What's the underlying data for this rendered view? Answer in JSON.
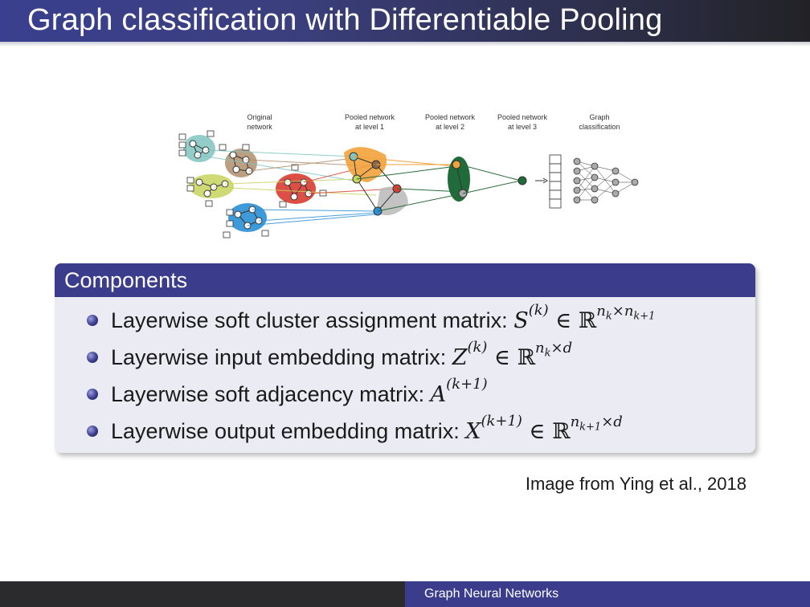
{
  "slide": {
    "title": "Graph classification with Differentiable Pooling",
    "citation": "Image from Ying et al., 2018",
    "footer": "Graph Neural Networks"
  },
  "figure": {
    "label_original_1": "Original",
    "label_original_2": "network",
    "label_l1_1": "Pooled network",
    "label_l1_2": "at level 1",
    "label_l2_1": "Pooled network",
    "label_l2_2": "at level 2",
    "label_l3_1": "Pooled network",
    "label_l3_2": "at level 3",
    "label_gc_1": "Graph",
    "label_gc_2": "classification"
  },
  "block": {
    "title": "Components",
    "items": [
      {
        "text": "Layerwise soft cluster assignment matrix: ",
        "sym": "S",
        "sup": "(k)",
        "rel": " ∈ ℝ",
        "dim_a": "n",
        "dim_a_sub": "k",
        "times": "×",
        "dim_b": "n",
        "dim_b_sub": "k+1"
      },
      {
        "text": "Layerwise input embedding matrix: ",
        "sym": "Z",
        "sup": "(k)",
        "rel": " ∈ ℝ",
        "dim_a": "n",
        "dim_a_sub": "k",
        "times": "×",
        "dim_b": "d"
      },
      {
        "text": "Layerwise soft adjacency matrix: ",
        "sym": "A",
        "sup": "(k+1)"
      },
      {
        "text": "Layerwise output embedding matrix: ",
        "sym": "X",
        "sup": "(k+1)",
        "rel": " ∈ ℝ",
        "dim_a": "n",
        "dim_a_sub": "k+1",
        "times": "×",
        "dim_b": "d"
      }
    ]
  },
  "colors": {
    "beamer_blue": "#3b3c8c",
    "block_bg": "#ebebf3",
    "footer_dark": "#2b2b2e"
  }
}
